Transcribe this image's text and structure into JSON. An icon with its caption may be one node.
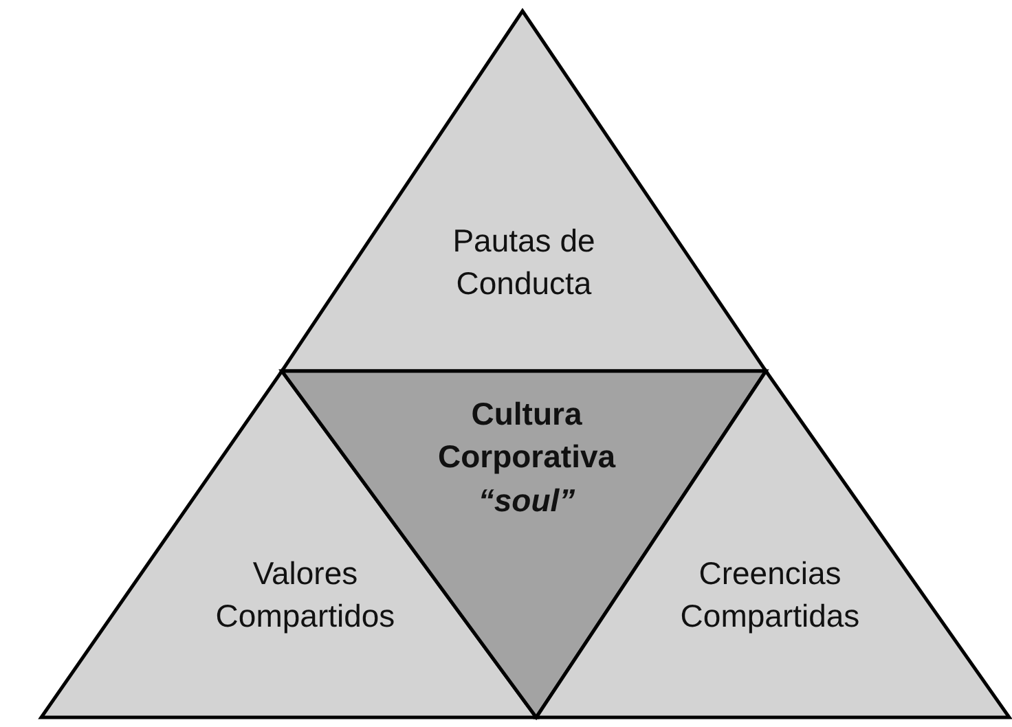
{
  "diagram": {
    "nodes": [
      {
        "text": [
          "Pautas de Conducta"
        ]
      },
      {
        "text": [
          "Valores Compartidos"
        ]
      },
      {
        "text": [
          "Cultura Corporativa",
          "“soul”"
        ]
      },
      {
        "text": [
          "Creencias Compartidas"
        ]
      }
    ]
  }
}
